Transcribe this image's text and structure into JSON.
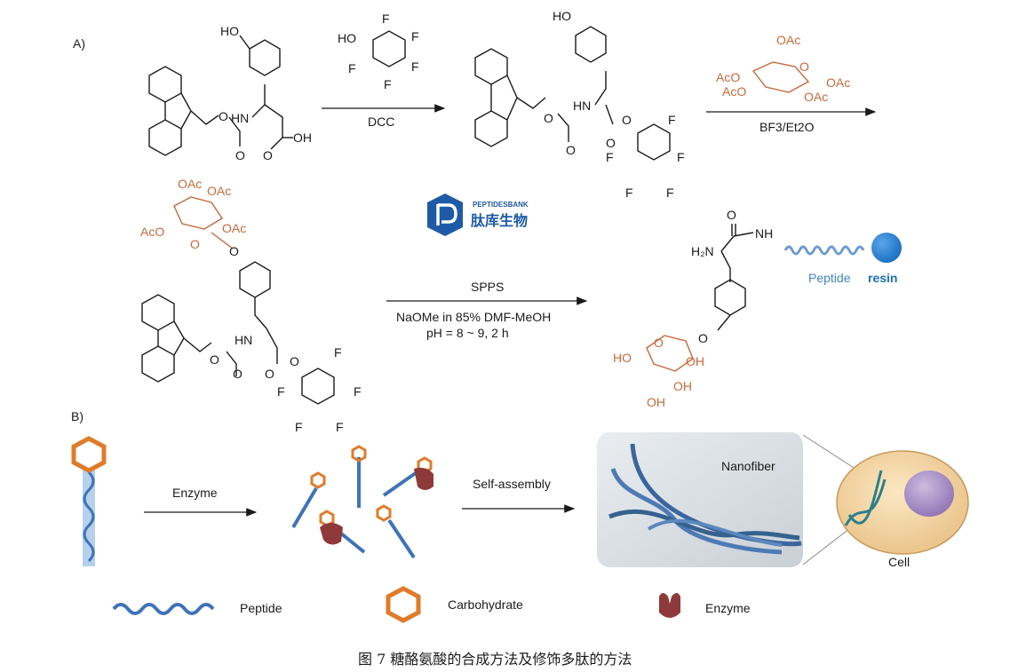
{
  "panel_a_label": "A)",
  "panel_b_label": "B)",
  "reagents": {
    "step1_top": "HO",
    "step1_F": "F",
    "step1_bottom": "DCC",
    "step2_bottom": "BF3/Et2O",
    "step3_top": "SPPS",
    "step3_line1": "NaOMe in 85% DMF-MeOH",
    "step3_line2": "pH = 8 ~ 9, 2 h"
  },
  "labels": {
    "HO": "HO",
    "HN": "HN",
    "OH": "OH",
    "O": "O",
    "F": "F",
    "OAc": "OAc",
    "AcO": "AcO",
    "H2N": "H₂N",
    "NH": "NH",
    "peptide": "Peptide",
    "resin": "resin"
  },
  "logo": {
    "text_en": "PEPTIDESBANK",
    "text_cn": "肽库生物",
    "color": "#1f5aa6"
  },
  "panel_b": {
    "enzyme_arrow": "Enzyme",
    "self_assembly_arrow": "Self-assembly",
    "nanofiber": "Nanofiber",
    "cell": "Cell",
    "legend": [
      {
        "name": "Peptide"
      },
      {
        "name": "Carbohydrate"
      },
      {
        "name": "Enzyme"
      }
    ]
  },
  "colors": {
    "carbohydrate": "#e07b2a",
    "peptide": "#3f73b8",
    "enzyme": "#8e3a3a",
    "sugar_text": "#c8693a",
    "cell": "#f3d7a8",
    "nucleus": "#a98fc4"
  },
  "caption": "图 7   糖酪氨酸的合成方法及修饰多肽的方法"
}
